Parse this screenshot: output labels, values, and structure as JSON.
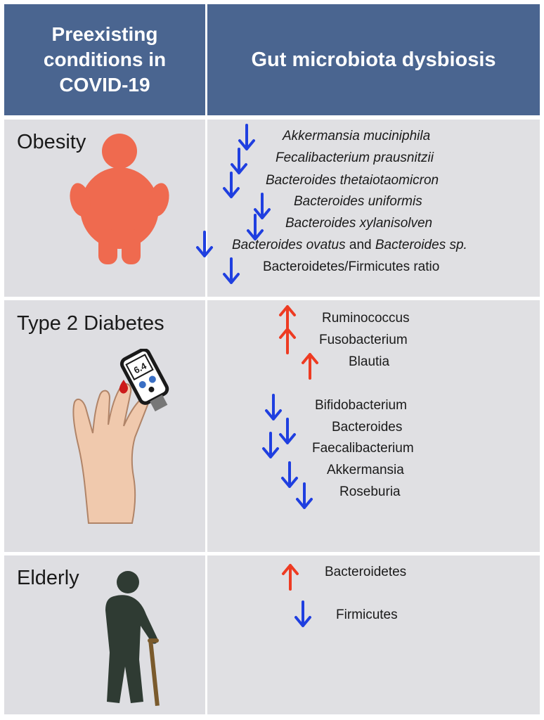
{
  "header": {
    "left_title": "Preexisting conditions in COVID-19",
    "right_title": "Gut microbiota dysbiosis"
  },
  "colors": {
    "header_bg": "#4a6590",
    "row_bg": "#dedee2",
    "arrow_down": "#1f3fe0",
    "arrow_up": "#ee3b22",
    "obesity_figure": "#ef6a4f",
    "elderly_figure": "#2f3b33",
    "hand": "#f0c9ad"
  },
  "rows": [
    {
      "label": "Obesity",
      "icon": "obese-person-icon",
      "microbes": [
        {
          "direction": "down",
          "parts": [
            {
              "text": "Akkermansia muciniphila",
              "italic": true
            }
          ]
        },
        {
          "direction": "down",
          "parts": [
            {
              "text": "Fecalibacterium prausnitzii",
              "italic": true
            }
          ]
        },
        {
          "direction": "down",
          "parts": [
            {
              "text": "Bacteroides thetaiotaomicron",
              "italic": true
            }
          ]
        },
        {
          "direction": "down",
          "parts": [
            {
              "text": "Bacteroides uniformis",
              "italic": true
            }
          ]
        },
        {
          "direction": "down",
          "parts": [
            {
              "text": "Bacteroides xylanisolven",
              "italic": true
            }
          ]
        },
        {
          "direction": "down",
          "parts": [
            {
              "text": "Bacteroides ovatus",
              "italic": true
            },
            {
              "text": " and ",
              "italic": false
            },
            {
              "text": "Bacteroides sp.",
              "italic": true
            }
          ]
        },
        {
          "direction": "down",
          "parts": [
            {
              "text": "Bacteroidetes/Firmicutes ratio",
              "italic": false
            }
          ]
        }
      ]
    },
    {
      "label": "Type 2 Diabetes",
      "icon": "glucose-meter-hand-icon",
      "meter_reading": "6.4",
      "microbes": [
        {
          "direction": "up",
          "parts": [
            {
              "text": "Ruminococcus",
              "italic": false
            }
          ]
        },
        {
          "direction": "up",
          "parts": [
            {
              "text": "Fusobacterium",
              "italic": false
            }
          ]
        },
        {
          "direction": "up",
          "parts": [
            {
              "text": "Blautia",
              "italic": false
            }
          ]
        },
        {
          "direction": "down",
          "parts": [
            {
              "text": "Bifidobacterium",
              "italic": false
            }
          ]
        },
        {
          "direction": "down",
          "parts": [
            {
              "text": "Bacteroides",
              "italic": false
            }
          ]
        },
        {
          "direction": "down",
          "parts": [
            {
              "text": "Faecalibacterium",
              "italic": false
            }
          ]
        },
        {
          "direction": "down",
          "parts": [
            {
              "text": "Akkermansia",
              "italic": false
            }
          ]
        },
        {
          "direction": "down",
          "parts": [
            {
              "text": "Roseburia",
              "italic": false
            }
          ]
        }
      ]
    },
    {
      "label": "Elderly",
      "icon": "elderly-person-with-cane-icon",
      "microbes": [
        {
          "direction": "up",
          "parts": [
            {
              "text": "Bacteroidetes",
              "italic": false
            }
          ]
        },
        {
          "direction": "down",
          "parts": [
            {
              "text": "Firmicutes",
              "italic": false
            }
          ]
        }
      ]
    }
  ]
}
